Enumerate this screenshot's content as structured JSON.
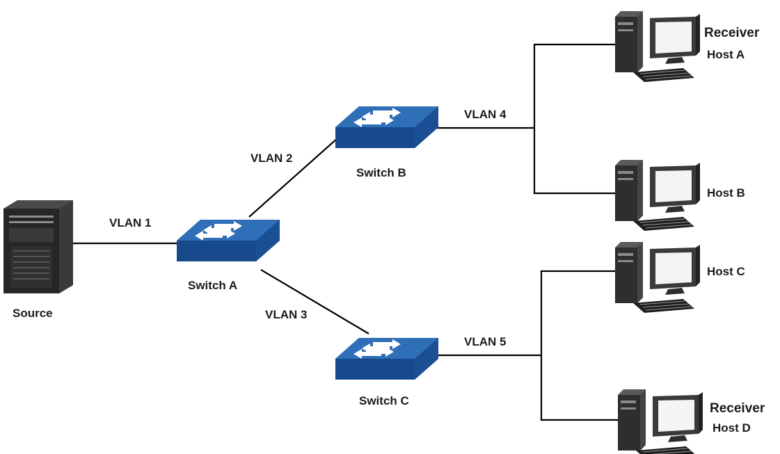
{
  "colors": {
    "link": "#000000",
    "switch_top": "#2f6fb8",
    "switch_side": "#1f57a0",
    "switch_front": "#174a8c",
    "arrow": "#ffffff",
    "server": "#2a2a2a",
    "computer_case": "#3a3a3a",
    "screen": "#f4f4f4"
  },
  "nodes": {
    "source": {
      "label": "Source",
      "icon": "server-icon"
    },
    "switch_a": {
      "label": "Switch A",
      "icon": "switch-icon"
    },
    "switch_b": {
      "label": "Switch B",
      "icon": "switch-icon"
    },
    "switch_c": {
      "label": "Switch C",
      "icon": "switch-icon"
    },
    "host_a": {
      "label": "Host A",
      "role": "Receiver",
      "icon": "computer-icon"
    },
    "host_b": {
      "label": "Host B",
      "icon": "computer-icon"
    },
    "host_c": {
      "label": "Host C",
      "icon": "computer-icon"
    },
    "host_d": {
      "label": "Host D",
      "role": "Receiver",
      "icon": "computer-icon"
    }
  },
  "links": {
    "vlan1": "VLAN 1",
    "vlan2": "VLAN 2",
    "vlan3": "VLAN 3",
    "vlan4": "VLAN 4",
    "vlan5": "VLAN 5"
  }
}
